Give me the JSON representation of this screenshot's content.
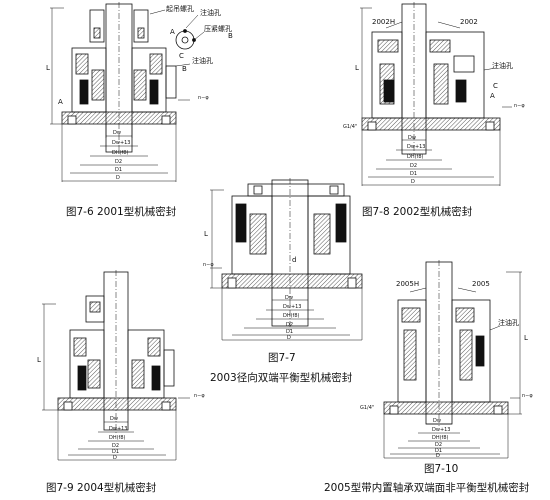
{
  "figures": {
    "f76": {
      "caption": "图7-6 2001型机械密封",
      "labels": {
        "screw_hole": "起吊螺孔",
        "inject_hole_top": "注油孔",
        "press_screw_hole": "压紧螺孔",
        "inject_hole_side": "注油孔",
        "A": "A",
        "B": "B",
        "C": "C",
        "L": "L",
        "n_phi": "n−φ",
        "Dw": "Dw",
        "Dwf": "Dw+13",
        "Dhf": "DH(f8)",
        "D2": "D2",
        "D1": "D1",
        "D": "D"
      }
    },
    "f78": {
      "caption": "图7-8 2002型机械密封",
      "labels": {
        "model_h": "2002H",
        "model": "2002",
        "inject_hole": "注油孔",
        "C": "C",
        "A": "A",
        "L": "L",
        "g14": "G1/4\"",
        "n_phi": "n−φ",
        "Dw": "Dw",
        "Dwf": "Dw+13",
        "Dhf": "DH(f8)",
        "D2": "D2",
        "D1": "D1",
        "D": "D"
      }
    },
    "f77": {
      "caption_num": "图7-7",
      "caption": "2003径向双端平衡型机械密封",
      "labels": {
        "L": "L",
        "n_phi": "n−φ",
        "d": "d",
        "Dw": "Dw",
        "Dwf": "Dw+13",
        "Dhf": "DH(f8)",
        "D2": "D2",
        "D1": "D1",
        "D": "D"
      }
    },
    "f79": {
      "caption": "图7-9 2004型机械密封",
      "labels": {
        "L": "L",
        "n_phi": "n−φ",
        "Dw": "Dw",
        "Dwf": "Dw+13",
        "Dhf": "DH(f8)",
        "D2": "D2",
        "D1": "D1",
        "D": "D"
      }
    },
    "f710": {
      "caption_num": "图7-10",
      "caption": "2005型带内置轴承双端面非平衡型机械密封",
      "labels": {
        "model_h": "2005H",
        "model": "2005",
        "inject_hole": "注油孔",
        "g14": "G1/4\"",
        "L": "L",
        "n_phi": "n−φ",
        "Dw": "Dw",
        "Dwf": "Dw+13",
        "Dhf": "DH(f8)",
        "D2": "D2",
        "D1": "D1",
        "D": "D"
      }
    }
  }
}
